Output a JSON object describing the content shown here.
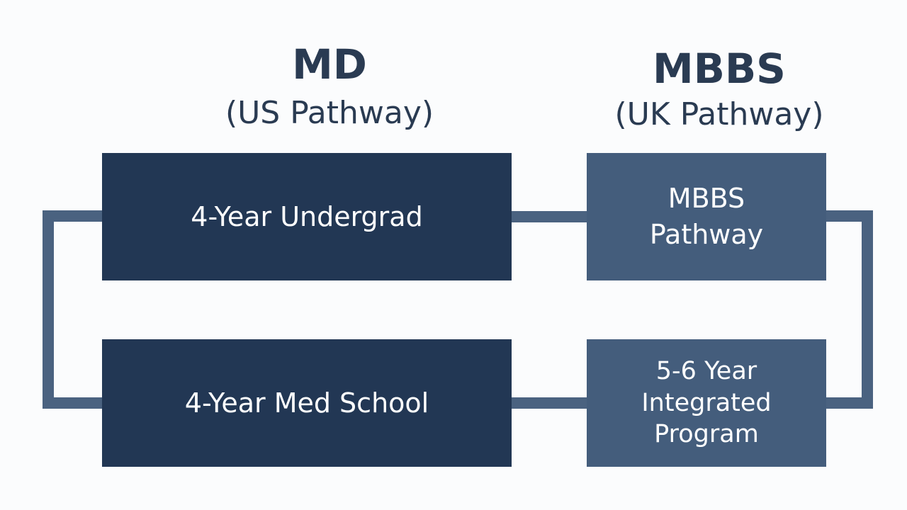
{
  "headings": {
    "md": {
      "title": "MD",
      "subtitle": "(US Pathway)"
    },
    "mbbs": {
      "title": "MBBS",
      "subtitle": "(UK Pathway)"
    }
  },
  "boxes": {
    "undergrad": "4-Year Undergrad",
    "med_school": "4-Year Med School",
    "mbbs_pathway": "MBBS\nPathway",
    "integrated_program": "5-6 Year\nIntegrated\nProgram"
  },
  "colors": {
    "background": "#fbfcfd",
    "heading_text": "#2a3b52",
    "us_box": "#223754",
    "uk_box": "#445d7c",
    "connector": "#4a6280"
  }
}
